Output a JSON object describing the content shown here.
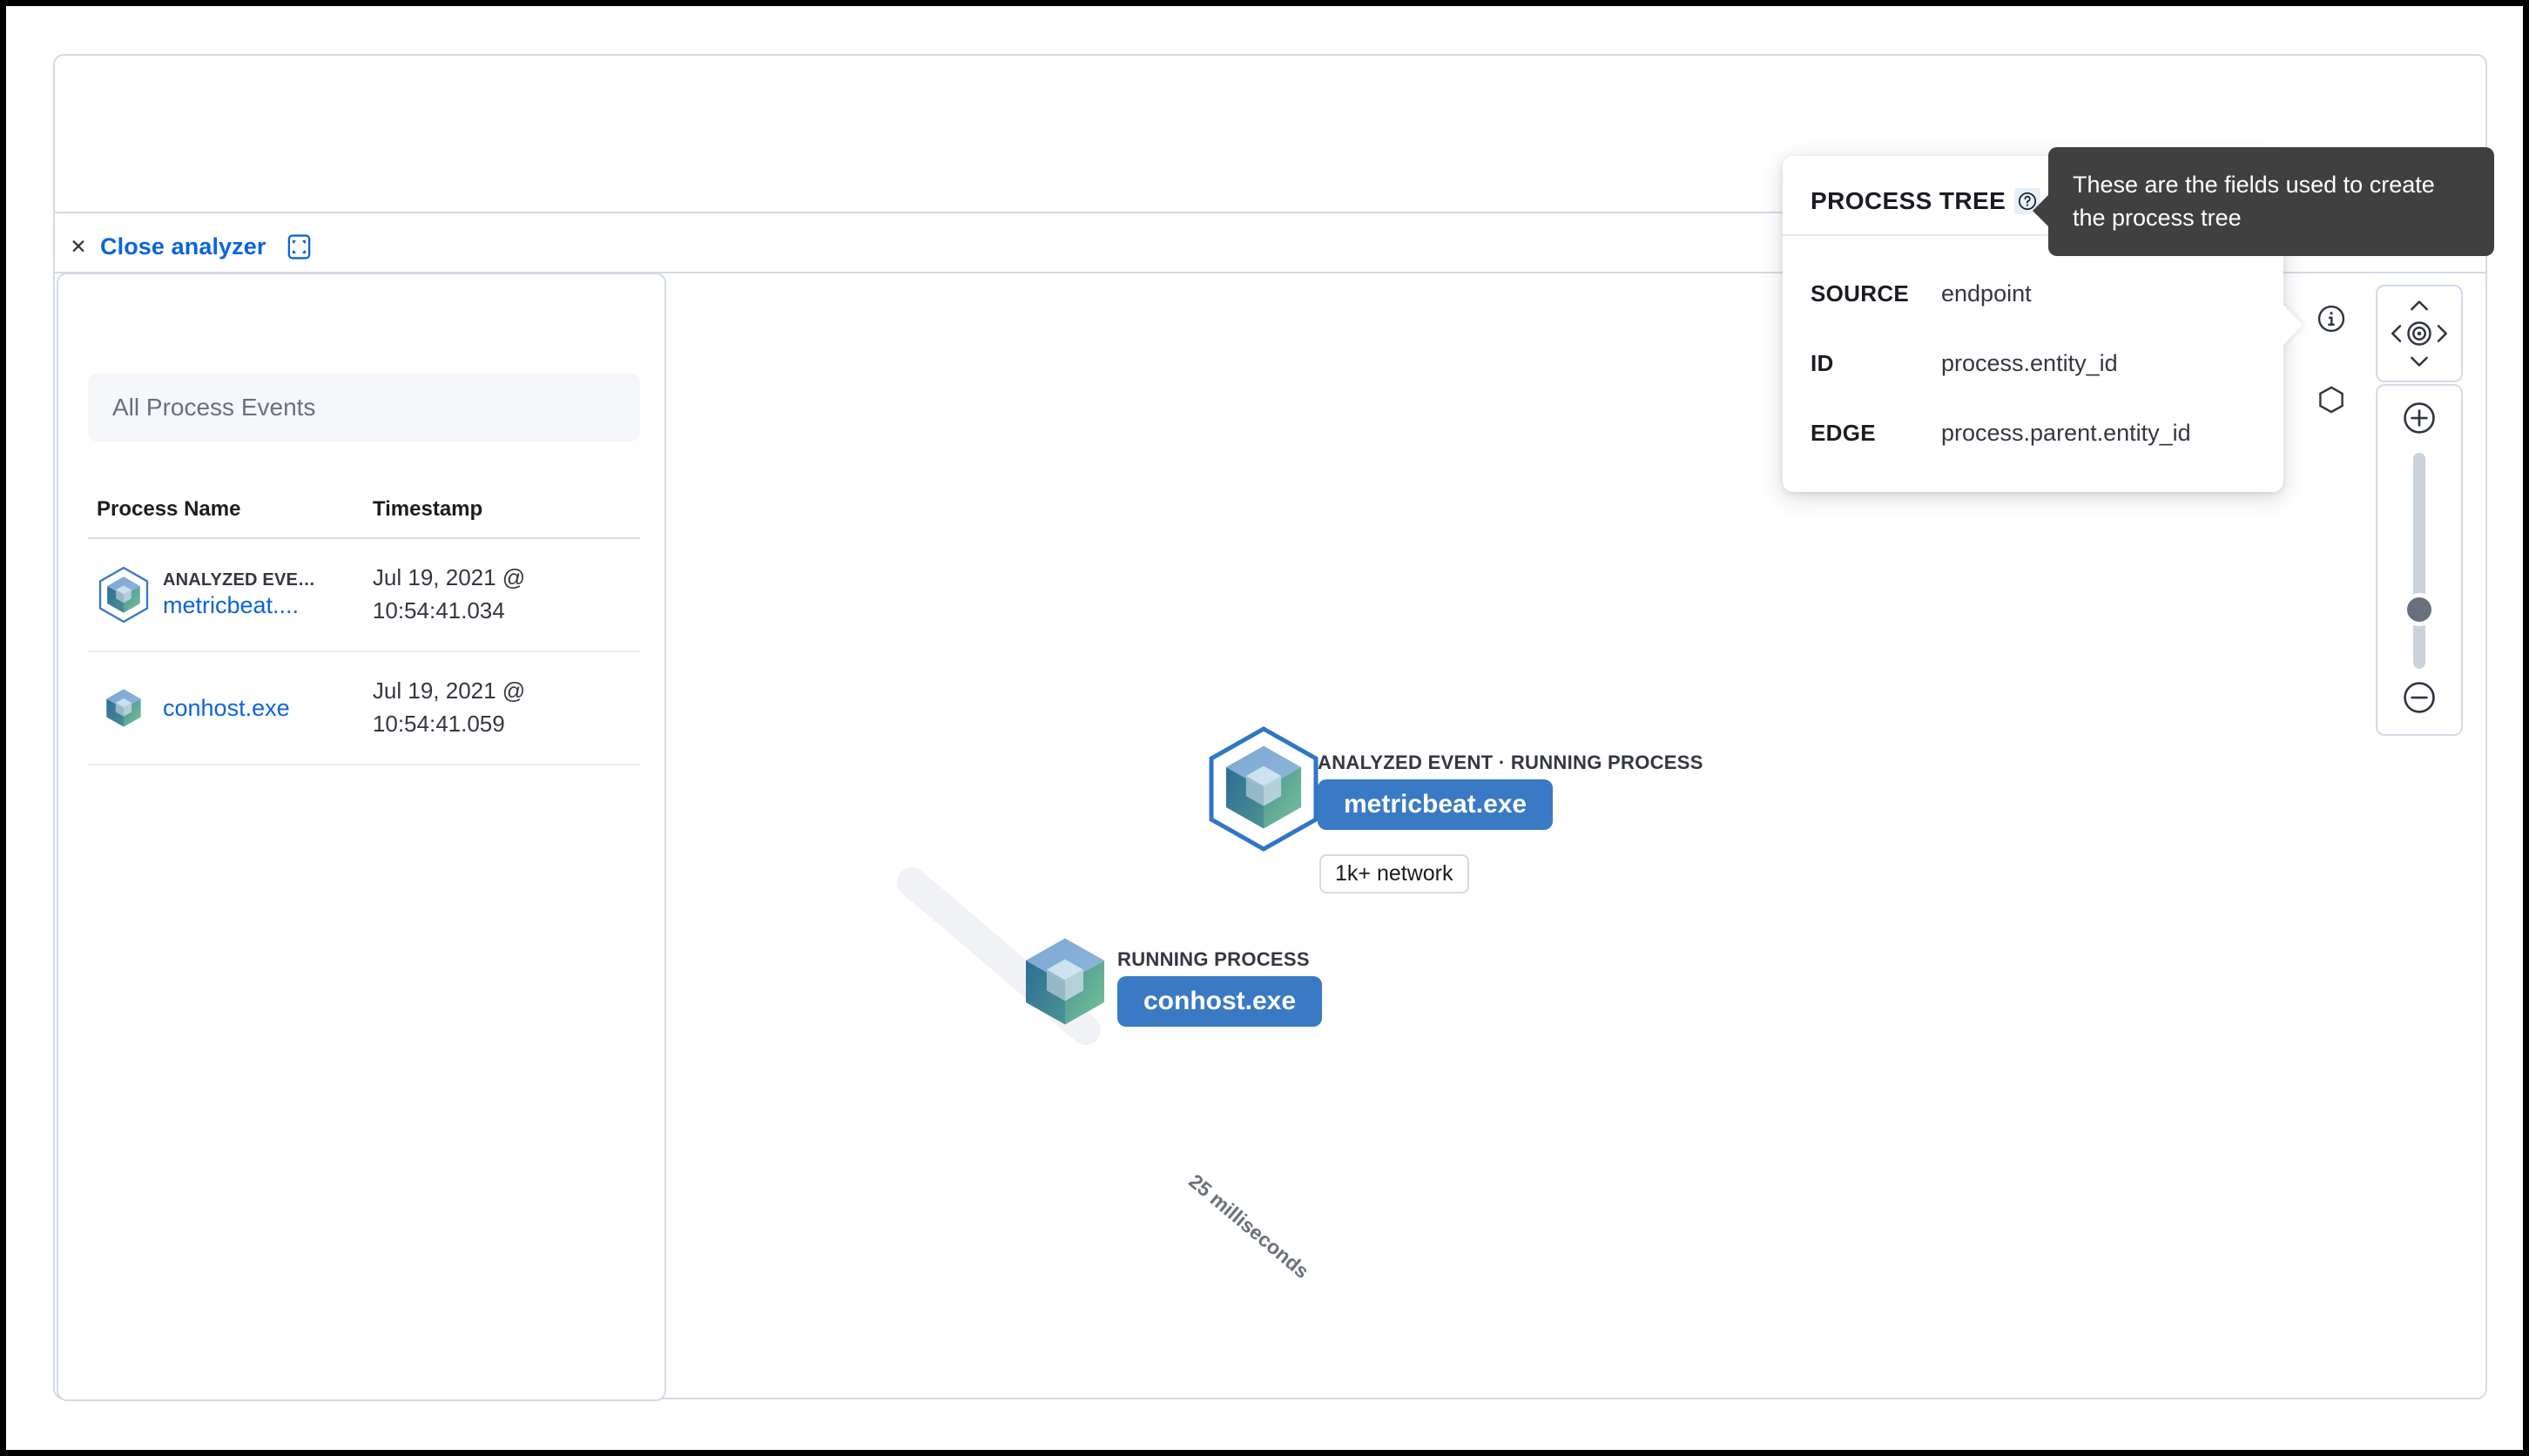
{
  "toolbar": {
    "close_label": "Close analyzer",
    "close_icon": "close-x-icon",
    "fullscreen_icon": "fullscreen-icon"
  },
  "process_list": {
    "filter_value": "All Process Events",
    "columns": [
      "Process Name",
      "Timestamp"
    ],
    "rows": [
      {
        "badge": "ANALYZED EVE…",
        "name": "metricbeat....",
        "timestamp": "Jul 19, 2021 @ 10:54:41.034",
        "icon": "process-cube-analyzed-icon"
      },
      {
        "badge": "",
        "name": "conhost.exe",
        "timestamp": "Jul 19, 2021 @ 10:54:41.059",
        "icon": "process-cube-icon"
      }
    ]
  },
  "graph": {
    "nodes": [
      {
        "kicker": "ANALYZED EVENT · RUNNING PROCESS",
        "label": "metricbeat.exe",
        "badge": "1k+ network",
        "selected": true
      },
      {
        "kicker": "RUNNING PROCESS",
        "label": "conhost.exe",
        "badge": "",
        "selected": false
      }
    ],
    "edge_label": "25 milliseconds"
  },
  "popover": {
    "title": "PROCESS TREE",
    "help_icon": "question-mark-icon",
    "rows": [
      {
        "key": "SOURCE",
        "value": "endpoint"
      },
      {
        "key": "ID",
        "value": "process.entity_id"
      },
      {
        "key": "EDGE",
        "value": "process.parent.entity_id"
      }
    ]
  },
  "tooltip": {
    "text": "These are the fields used to create the process tree"
  },
  "controls": {
    "info_icon": "info-circle-icon",
    "schema_icon": "hexagon-icon",
    "pan_icon": "pan-crosshair-icon",
    "pan_up_icon": "chevron-up-icon",
    "pan_down_icon": "chevron-down-icon",
    "pan_left_icon": "chevron-left-icon",
    "pan_right_icon": "chevron-right-icon",
    "zoom_in_icon": "plus-circle-icon",
    "zoom_out_icon": "minus-circle-icon",
    "zoom_handle": "zoom-slider-handle"
  },
  "colors": {
    "primary_blue": "#3a7ac4",
    "link_blue": "#0b64dd",
    "border": "#d3dae6",
    "tooltip_bg": "#404040",
    "text_dark": "#1a1c21"
  }
}
